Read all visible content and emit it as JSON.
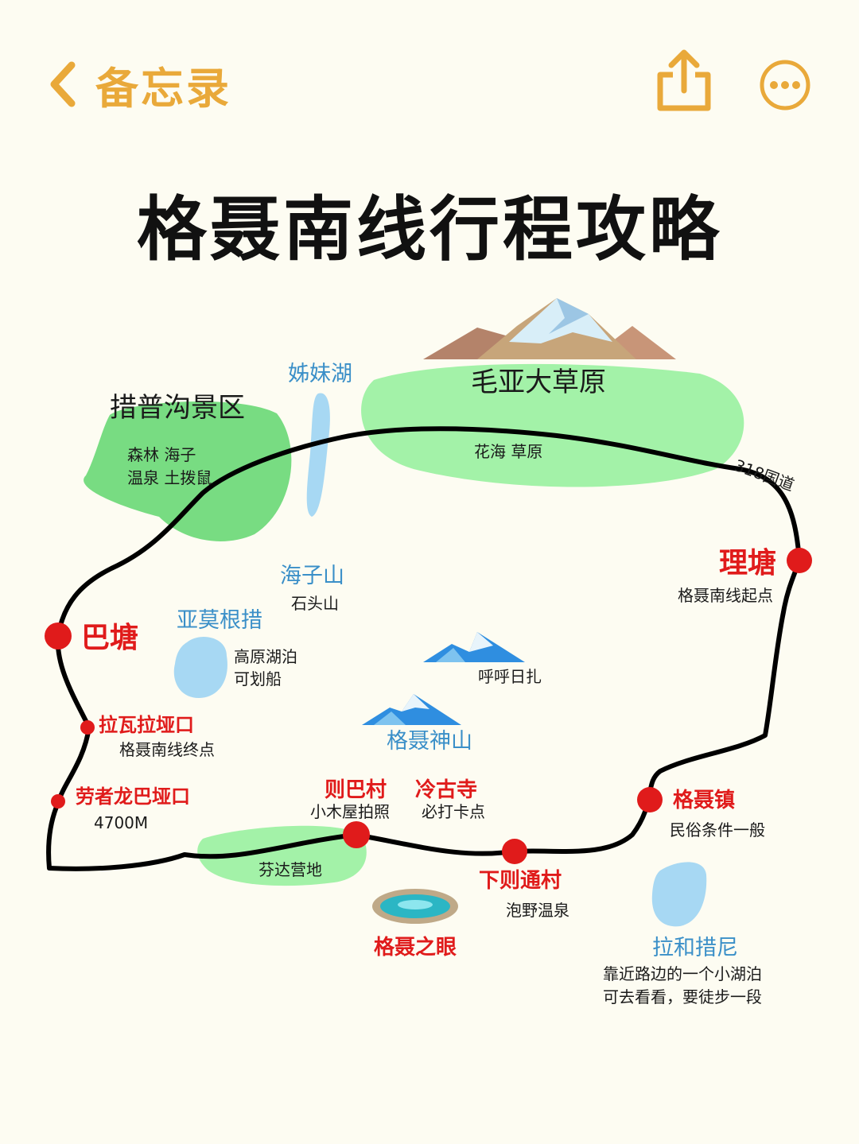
{
  "header": {
    "back_label": "备忘录",
    "icons": {
      "back": "chevron-left-icon",
      "share": "share-icon",
      "more": "more-icon"
    },
    "accent_color": "#e9a93a"
  },
  "title": "格聂南线行程攻略",
  "map": {
    "regions": {
      "cuopugou": {
        "name": "措普沟景区",
        "notes": [
          "森林 海子",
          "温泉 土拨鼠"
        ]
      },
      "maoya": {
        "name": "毛亚大草原",
        "note": "花海  草原"
      },
      "road": "318国道"
    },
    "lakes": {
      "zimei": "姊妹湖",
      "yamogen": {
        "name": "亚莫根措",
        "notes": [
          "高原湖泊",
          "可划船"
        ]
      },
      "lahe": {
        "name": "拉和措尼",
        "notes": [
          "靠近路边的一个小湖泊",
          "可去看看，要徒步一段"
        ]
      }
    },
    "mountains": {
      "haizi": {
        "name": "海子山",
        "note": "石头山"
      },
      "huhu": "呼呼日扎",
      "genie": "格聂神山"
    },
    "places": {
      "litang": {
        "name": "理塘",
        "note": "格聂南线起点"
      },
      "batang": {
        "name": "巴塘"
      },
      "lawala": {
        "name": "拉瓦拉垭口",
        "note": "格聂南线终点"
      },
      "laozhe": {
        "name": "劳者龙巴垭口",
        "note": "4700M"
      },
      "zeba": {
        "name": "则巴村",
        "note": "小木屋拍照"
      },
      "lenggu": {
        "name": "冷古寺",
        "note": "必打卡点"
      },
      "xiaze": {
        "name": "下则通村",
        "note": "泡野温泉"
      },
      "geniezhen": {
        "name": "格聂镇",
        "note": "民俗条件一般"
      },
      "fenda": "芬达营地",
      "eye": "格聂之眼"
    },
    "colors": {
      "stop": "#e01b1b",
      "grass": "#a3f2a8",
      "forest": "#78dc82",
      "lake": "#a7d8f3",
      "label_blue": "#3a8fc8",
      "route": "#000000"
    }
  }
}
